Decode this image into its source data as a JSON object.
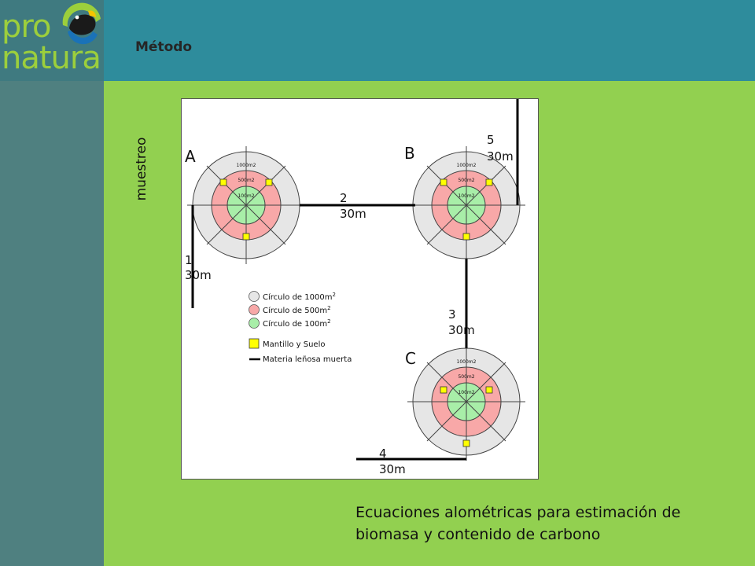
{
  "header": {
    "logo_line1": "pro",
    "logo_line2": "natura",
    "title": "Método"
  },
  "side_label": "muestreo",
  "diagram": {
    "plots": [
      {
        "label": "A",
        "ring_outer": "1000m2",
        "ring_mid": "500m2",
        "ring_inner": "100m2"
      },
      {
        "label": "B",
        "ring_outer": "1000m2",
        "ring_mid": "500m2",
        "ring_inner": "100m2"
      },
      {
        "label": "C",
        "ring_outer": "1000m2",
        "ring_mid": "500m2",
        "ring_inner": "100m2"
      }
    ],
    "transects": [
      {
        "number": "1",
        "length": "30m"
      },
      {
        "number": "2",
        "length": "30m"
      },
      {
        "number": "3",
        "length": "30m"
      },
      {
        "number": "4",
        "length": "30m"
      },
      {
        "number": "5",
        "length": "30m"
      }
    ],
    "legend": [
      {
        "label": "Círculo de 1000m",
        "sup": "2",
        "color": "#e6e6e6"
      },
      {
        "label": "Círculo de 500m",
        "sup": "2",
        "color": "#f8a8a8"
      },
      {
        "label": "Círculo de 100m",
        "sup": "2",
        "color": "#a8eea8"
      },
      {
        "label": "Mantillo y Suelo",
        "sup": "",
        "color": "#ffff00"
      },
      {
        "label": "Materia leñosa muerta",
        "sup": "",
        "color": "#000000"
      }
    ]
  },
  "caption": "Ecuaciones alométricas para estimación de biomasa y contenido de carbono",
  "colors": {
    "background": "#92d050",
    "header": "#2e8c9c",
    "sidebar": "#4f8080",
    "logo_text": "#9ccf3c"
  }
}
